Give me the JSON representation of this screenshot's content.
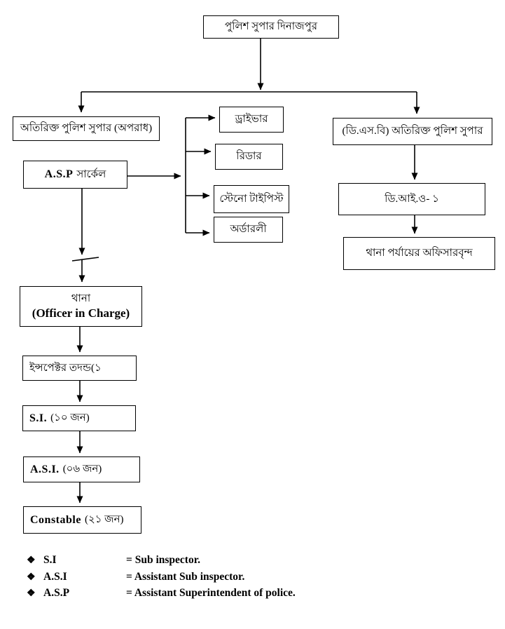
{
  "nodes": {
    "police_super": "পুলিশ সুপার দিনাজপুর",
    "addl_sp_crime": "অতিরিক্ত পুলিশ সুপার (অপরাধ)",
    "asp_circle_en": "A.S.P",
    "asp_circle_bn": "সার্কেল",
    "driver": "ড্রাইভার",
    "reader": "রিডার",
    "steno_typist": "স্টেনো টাইপিস্ট",
    "orderly": "অর্ডারলী",
    "dsb_addl_sp": "(ডি.এস.বি) অতিরিক্ত পুলিশ সুপার",
    "dio_1": "ডি.আই.ও- ১",
    "thana_level_officers": "থানা পর্যায়ের অফিসারবৃন্দ",
    "thana_line1": "থানা",
    "thana_line2": "(Officer in Charge)",
    "inspector_investigation": "ইন্সপেক্টর তদন্ড(১",
    "si_en": "S.I.",
    "si_bn": "(১০ জন)",
    "asi_en": "A.S.I.",
    "asi_bn": "(০৬ জন)",
    "constable_en": "Constable",
    "constable_bn": "(২১ জন)"
  },
  "legend": {
    "bullet": "❖",
    "items": [
      {
        "term": "S.I",
        "definition": "= Sub inspector."
      },
      {
        "term": "A.S.I",
        "definition": "= Assistant Sub inspector."
      },
      {
        "term": "A.S.P",
        "definition": "= Assistant Superintendent of police."
      }
    ]
  },
  "colors": {
    "background": "#ffffff",
    "line": "#000000",
    "text": "#000000"
  }
}
